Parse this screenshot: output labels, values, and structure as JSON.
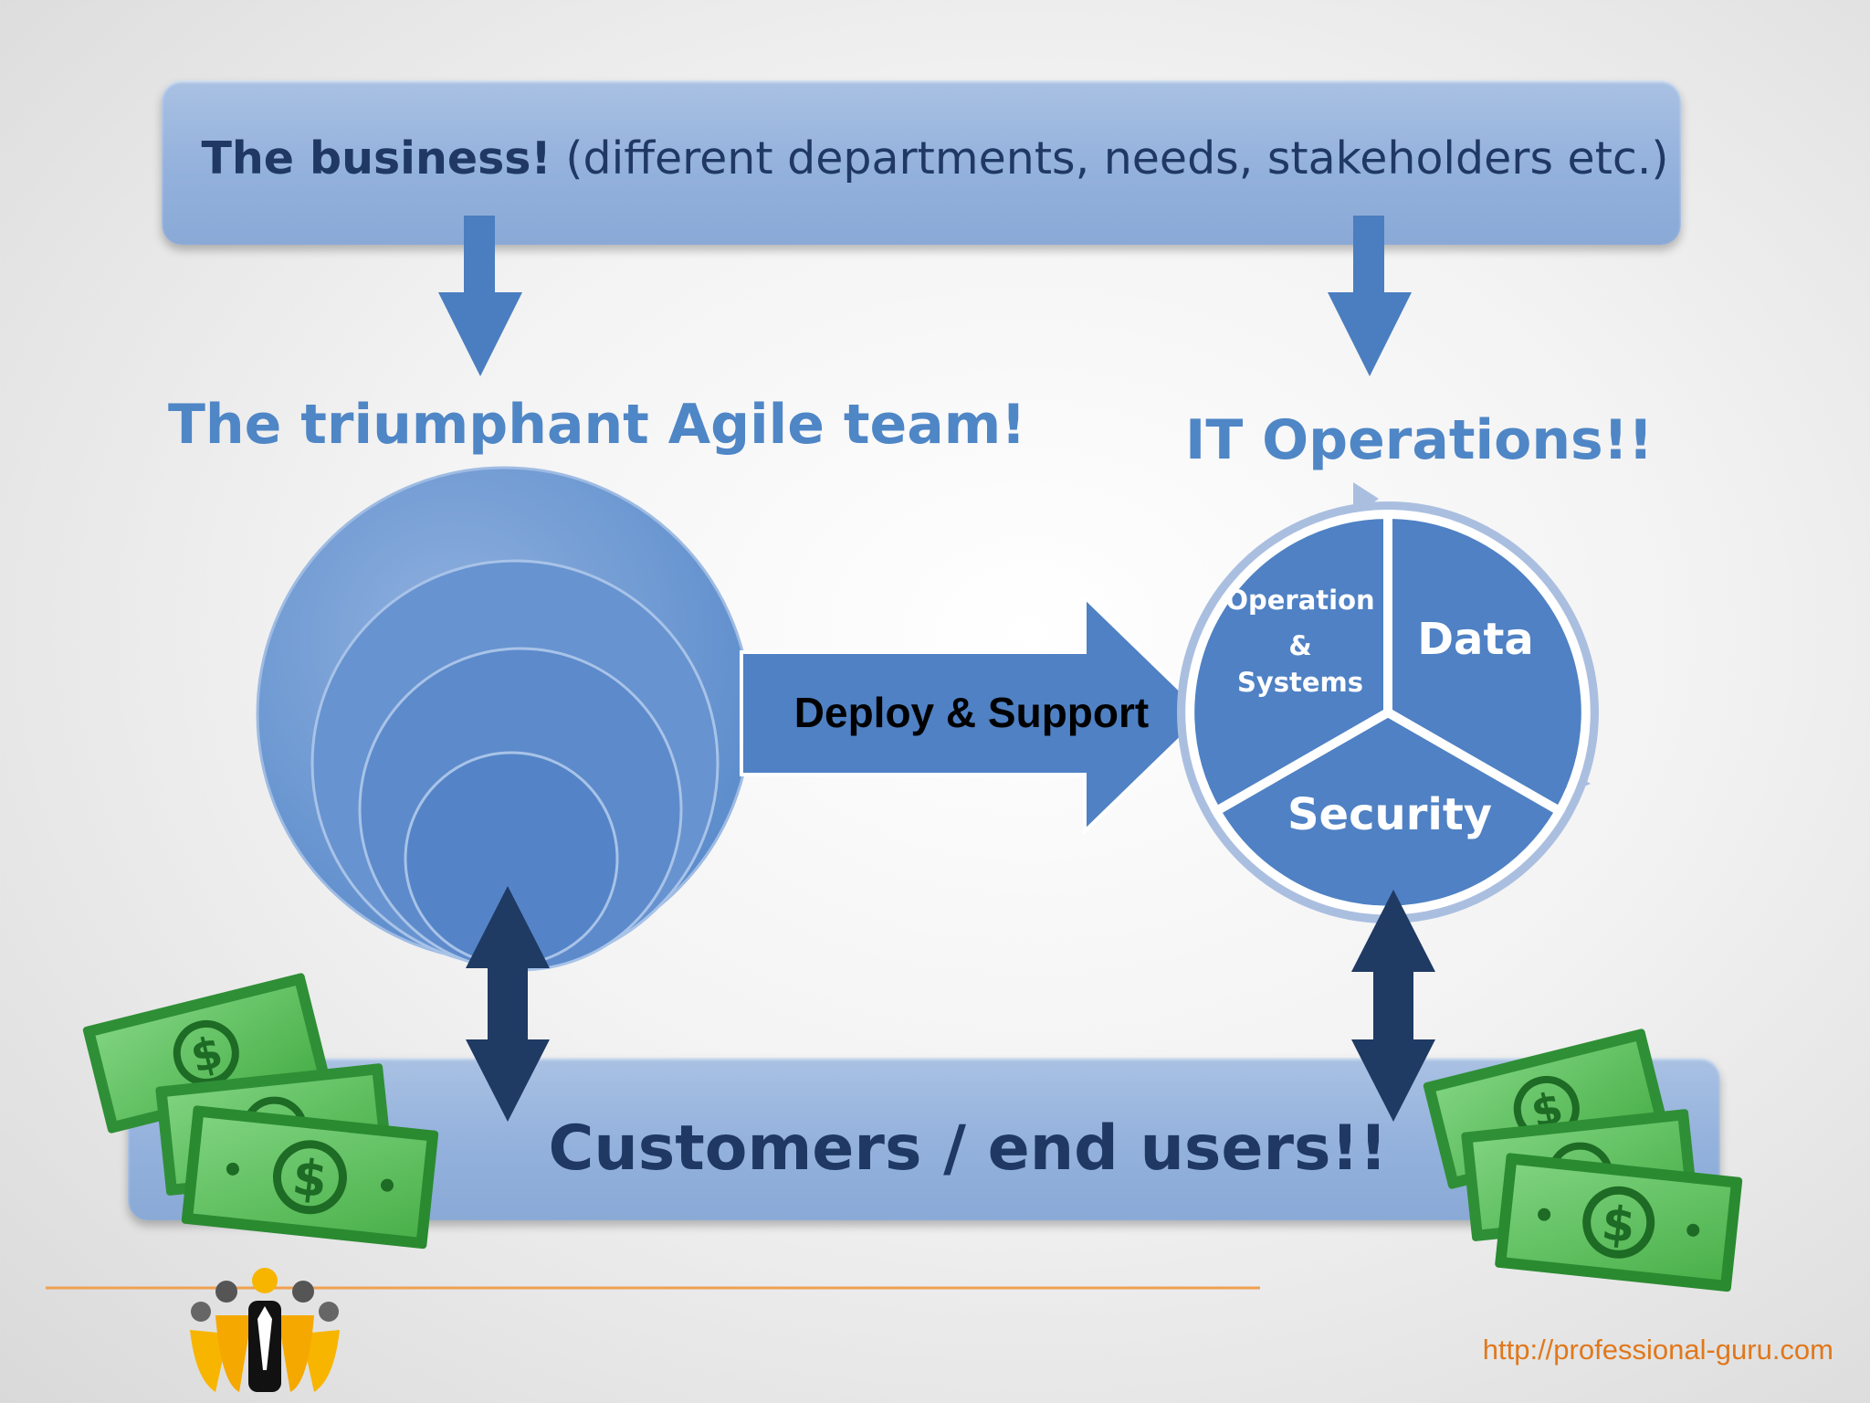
{
  "top_bar": {
    "bold": "The business!",
    "rest": " (different departments, needs, stakeholders etc.)"
  },
  "agile_label": "The triumphant Agile team!",
  "itops_label": "IT Operations!!",
  "deploy_label": "Deploy & Support",
  "cycle": {
    "operation": "Operation",
    "amp": "&",
    "systems": "Systems",
    "data": "Data",
    "security": "Security"
  },
  "bottom_bar": "Customers / end users!!",
  "url": "http://professional-guru.com",
  "colors": {
    "bar": "#93b1dc",
    "dark_text": "#1f3864",
    "accent_blue": "#4f86c6",
    "arrow_blue": "#4a7ec0",
    "dark_arrow": "#1f3a63",
    "money_green": "#3fae49",
    "url_orange": "#e0781c"
  }
}
